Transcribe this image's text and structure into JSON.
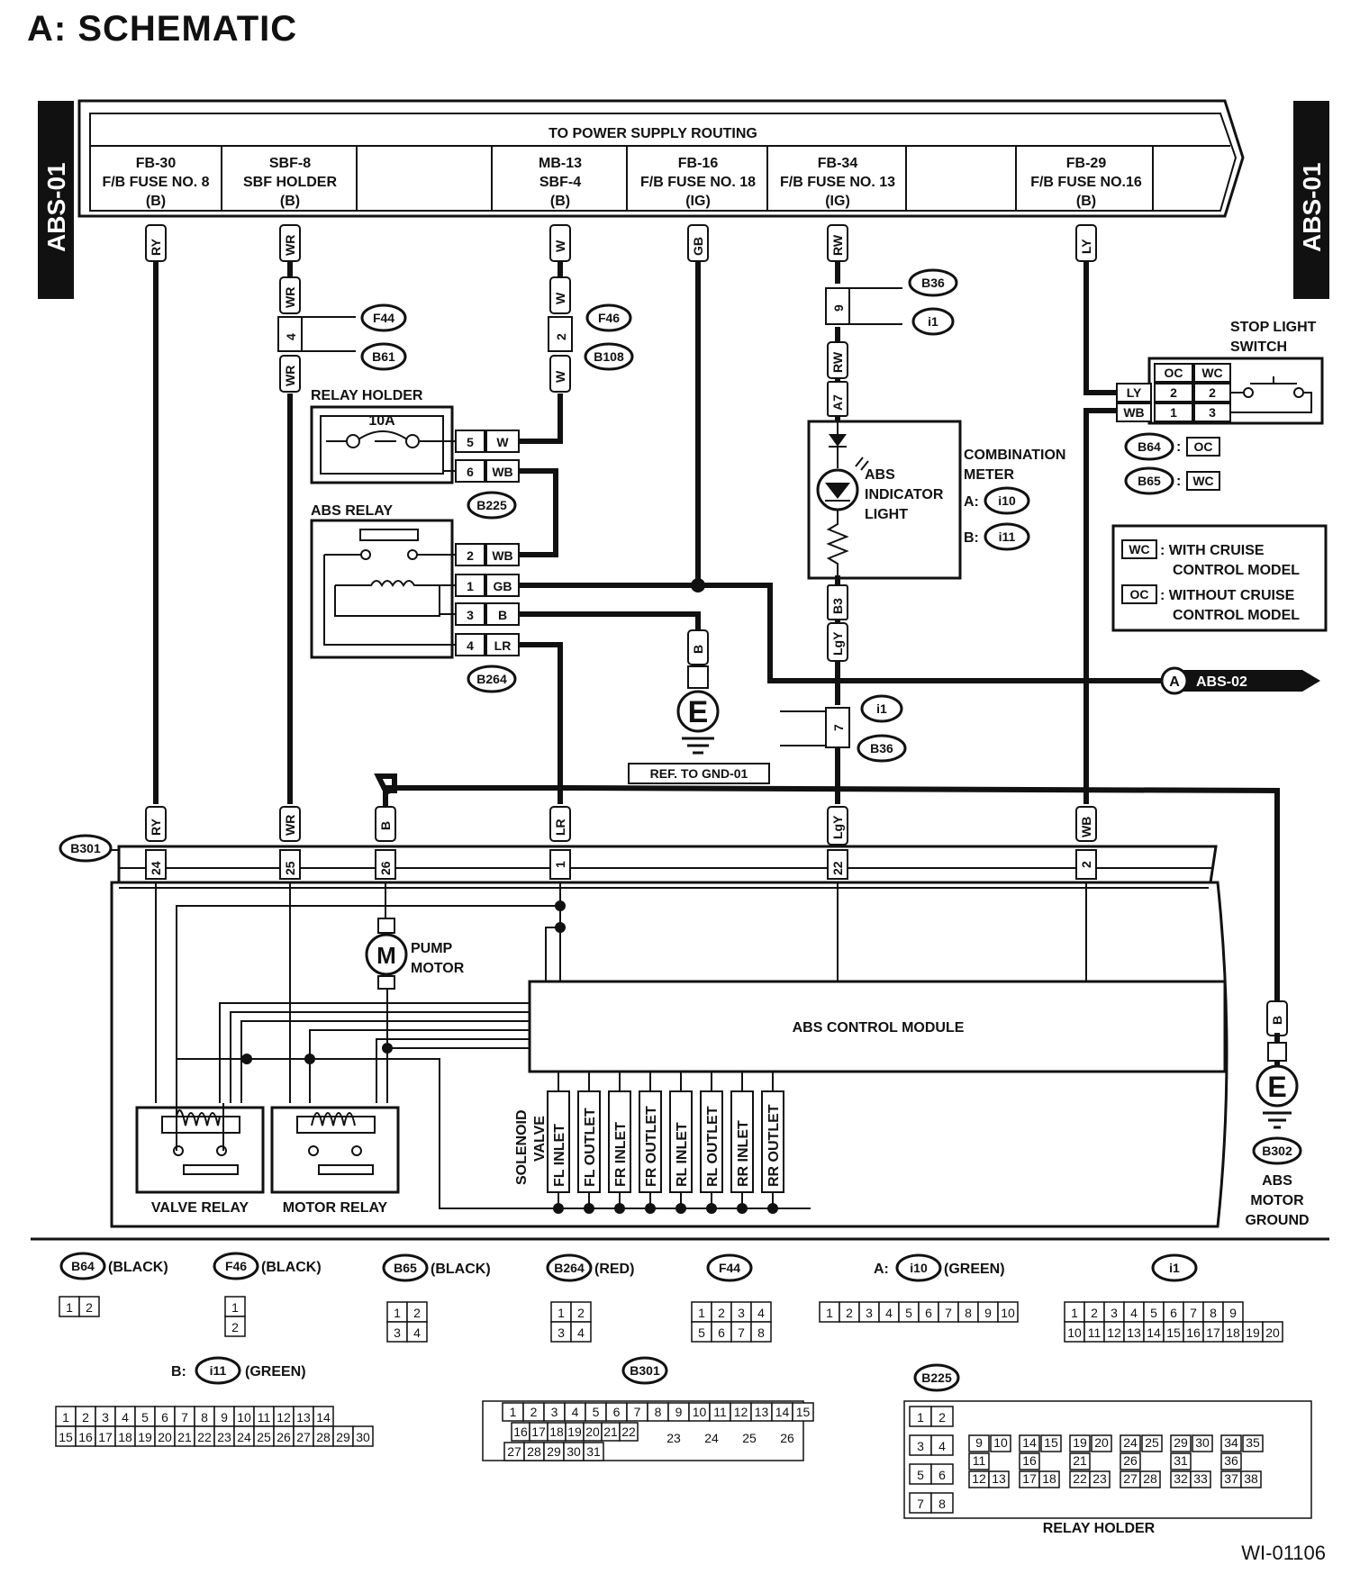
{
  "title": "A:  SCHEMATIC",
  "figure_id": "WI-01106",
  "side_tabs": {
    "left": "ABS-01",
    "right": "ABS-01"
  },
  "power": {
    "header": "TO POWER SUPPLY ROUTING",
    "fuses": [
      {
        "l1": "FB-30",
        "l2": "F/B FUSE NO. 8",
        "l3": "(B)"
      },
      {
        "l1": "SBF-8",
        "l2": "SBF HOLDER",
        "l3": "(B)"
      },
      {
        "l1": "MB-13",
        "l2": "SBF-4",
        "l3": "(B)"
      },
      {
        "l1": "FB-16",
        "l2": "F/B FUSE NO. 18",
        "l3": "(IG)"
      },
      {
        "l1": "FB-34",
        "l2": "F/B FUSE NO. 13",
        "l3": "(IG)"
      },
      {
        "l1": "FB-29",
        "l2": "F/B FUSE NO.16",
        "l3": "(B)"
      }
    ]
  },
  "wires": {
    "ry": "RY",
    "wr": "WR",
    "w": "W",
    "gb": "GB",
    "rw": "RW",
    "ly": "LY",
    "wb": "WB",
    "b": "B",
    "lr": "LR",
    "lgy": "LgY",
    "a7": "A7",
    "b3": "B3"
  },
  "pins": {
    "p4": "4",
    "p2": "2",
    "p9": "9",
    "p7": "7",
    "p5": "5",
    "p6": "6",
    "p1": "1",
    "p3": "3",
    "p24": "24",
    "p25": "25",
    "p26": "26",
    "p22": "22"
  },
  "connectors": {
    "f44": "F44",
    "b61": "B61",
    "f46": "F46",
    "b108": "B108",
    "b36": "B36",
    "i1": "i1",
    "b225": "B225",
    "b264": "B264",
    "b64": "B64",
    "b65": "B65",
    "i10": "i10",
    "i11": "i11",
    "b301": "B301",
    "b302": "B302"
  },
  "labels": {
    "relay_holder": "RELAY HOLDER",
    "fuse_10a": "10A",
    "abs_relay": "ABS RELAY",
    "abs_indicator_1": "ABS",
    "abs_indicator_2": "INDICATOR",
    "abs_indicator_3": "LIGHT",
    "combination_1": "COMBINATION",
    "combination_2": "METER",
    "meter_a": "A:",
    "meter_b": "B:",
    "stop_light_1": "STOP LIGHT",
    "stop_light_2": "SWITCH",
    "oc": "OC",
    "wc": "WC",
    "legend_wc_1": ": WITH CRUISE",
    "legend_wc_2": "CONTROL MODEL",
    "legend_oc_1": ": WITHOUT CRUISE",
    "legend_oc_2": "CONTROL MODEL",
    "ref_gnd": "REF. TO GND-01",
    "abs02_a": "A",
    "abs02": "ABS-02",
    "ground_e": "E",
    "pump_1": "PUMP",
    "pump_2": "MOTOR",
    "motor_m": "M",
    "abs_cm": "ABS CONTROL MODULE",
    "solenoid_1": "SOLENOID",
    "solenoid_2": "VALVE",
    "valve_relay": "VALVE RELAY",
    "motor_relay": "MOTOR RELAY",
    "motor_ground_1": "ABS",
    "motor_ground_2": "MOTOR",
    "motor_ground_3": "GROUND",
    "colon": ":"
  },
  "solenoids": [
    "FL INLET",
    "FL OUTLET",
    "FR INLET",
    "FR OUTLET",
    "RL INLET",
    "RL OUTLET",
    "RR INLET",
    "RR OUTLET"
  ],
  "connector_views": {
    "b64": {
      "name": "B64",
      "color": "(BLACK)",
      "rows": [
        [
          "1",
          "2"
        ]
      ]
    },
    "f46": {
      "name": "F46",
      "color": "(BLACK)",
      "rows": [
        [
          "1"
        ],
        [
          "2"
        ]
      ]
    },
    "b65": {
      "name": "B65",
      "color": "(BLACK)",
      "rows": [
        [
          "1",
          "2"
        ],
        [
          "3",
          "4"
        ]
      ]
    },
    "b264": {
      "name": "B264",
      "color": "(RED)",
      "rows": [
        [
          "1",
          "2"
        ],
        [
          "3",
          "4"
        ]
      ]
    },
    "f44": {
      "name": "F44",
      "color": "",
      "rows": [
        [
          "1",
          "2",
          "3",
          "4"
        ],
        [
          "5",
          "6",
          "7",
          "8"
        ]
      ]
    },
    "i10": {
      "prefix": "A:",
      "name": "i10",
      "color": "(GREEN)",
      "rows": [
        [
          "1",
          "2",
          "3",
          "4",
          "5",
          "6",
          "7",
          "8",
          "9",
          "10"
        ]
      ]
    },
    "i1": {
      "name": "i1",
      "color": "",
      "rows": [
        [
          "1",
          "2",
          "3",
          "4",
          "5",
          "6",
          "7",
          "8",
          "9"
        ],
        [
          "10",
          "11",
          "12",
          "13",
          "14",
          "15",
          "16",
          "17",
          "18",
          "19",
          "20"
        ]
      ]
    },
    "i11": {
      "prefix": "B:",
      "name": "i11",
      "color": "(GREEN)",
      "rows": [
        [
          "1",
          "2",
          "3",
          "4",
          "5",
          "6",
          "7",
          "8",
          "9",
          "10",
          "11",
          "12",
          "13",
          "14"
        ],
        [
          "15",
          "16",
          "17",
          "18",
          "19",
          "20",
          "21",
          "22",
          "23",
          "24",
          "25",
          "26",
          "27",
          "28",
          "29",
          "30"
        ]
      ]
    },
    "b301": {
      "name": "B301",
      "color": "",
      "rows": [
        [
          "1",
          "2",
          "3",
          "4",
          "5",
          "6",
          "7",
          "8",
          "9",
          "10",
          "11",
          "12",
          "13",
          "14",
          "15"
        ],
        [
          "16",
          "17",
          "18",
          "19",
          "20",
          "21",
          "22",
          "23",
          "24",
          "25",
          "26"
        ],
        [
          "27",
          "28",
          "29",
          "30",
          "31"
        ]
      ]
    },
    "b225": {
      "name": "B225",
      "color": "",
      "footer": "RELAY HOLDER",
      "left": [
        [
          "1",
          "2"
        ],
        [
          "3",
          "4"
        ],
        [
          "5",
          "6"
        ],
        [
          "7",
          "8"
        ]
      ],
      "groups": [
        [
          "9",
          "10",
          "11",
          "12",
          "13"
        ],
        [
          "14",
          "15",
          "16",
          "17",
          "18"
        ],
        [
          "19",
          "20",
          "21",
          "22",
          "23"
        ],
        [
          "24",
          "25",
          "26",
          "27",
          "28"
        ],
        [
          "29",
          "30",
          "31",
          "32",
          "33"
        ],
        [
          "34",
          "35",
          "36",
          "37",
          "38"
        ]
      ]
    }
  }
}
